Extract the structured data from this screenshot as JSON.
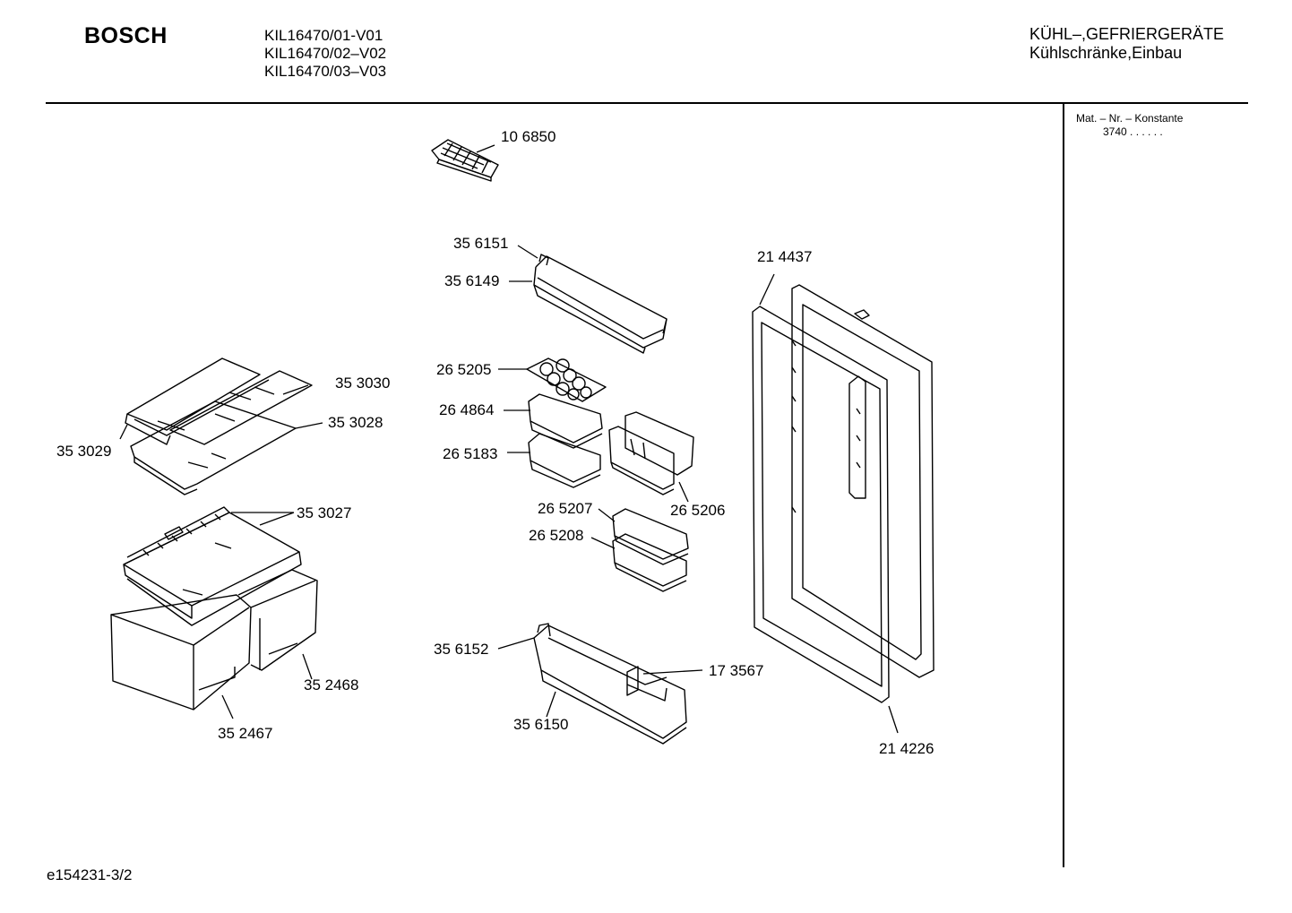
{
  "header": {
    "brand": "BOSCH",
    "models": [
      "KIL16470/01-V01",
      "KIL16470/02–V02",
      "KIL16470/03–V03"
    ],
    "category": "KÜHL–,GEFRIERGERÄTE",
    "subcategory": "Kühlschränke,Einbau"
  },
  "side_panel": {
    "title": "Mat. – Nr. – Konstante",
    "value": "3740 . .   . . . ."
  },
  "parts": [
    {
      "id": "p106850",
      "label": "10 6850"
    },
    {
      "id": "p356151",
      "label": "35 6151"
    },
    {
      "id": "p356149",
      "label": "35 6149"
    },
    {
      "id": "p353030",
      "label": "35 3030"
    },
    {
      "id": "p353028",
      "label": "35 3028"
    },
    {
      "id": "p353029",
      "label": "35 3029"
    },
    {
      "id": "p265205",
      "label": "26 5205"
    },
    {
      "id": "p264864",
      "label": "26 4864"
    },
    {
      "id": "p265183",
      "label": "26 5183"
    },
    {
      "id": "p265206",
      "label": "26 5206"
    },
    {
      "id": "p265207",
      "label": "26 5207"
    },
    {
      "id": "p265208",
      "label": "26 5208"
    },
    {
      "id": "p353027",
      "label": "35 3027"
    },
    {
      "id": "p352468",
      "label": "35 2468"
    },
    {
      "id": "p352467",
      "label": "35 2467"
    },
    {
      "id": "p356152",
      "label": "35 6152"
    },
    {
      "id": "p173567",
      "label": "17 3567"
    },
    {
      "id": "p356150",
      "label": "35 6150"
    },
    {
      "id": "p214437",
      "label": "21 4437"
    },
    {
      "id": "p214226",
      "label": "21 4226"
    }
  ],
  "footer": {
    "code": "e154231-3/2"
  }
}
